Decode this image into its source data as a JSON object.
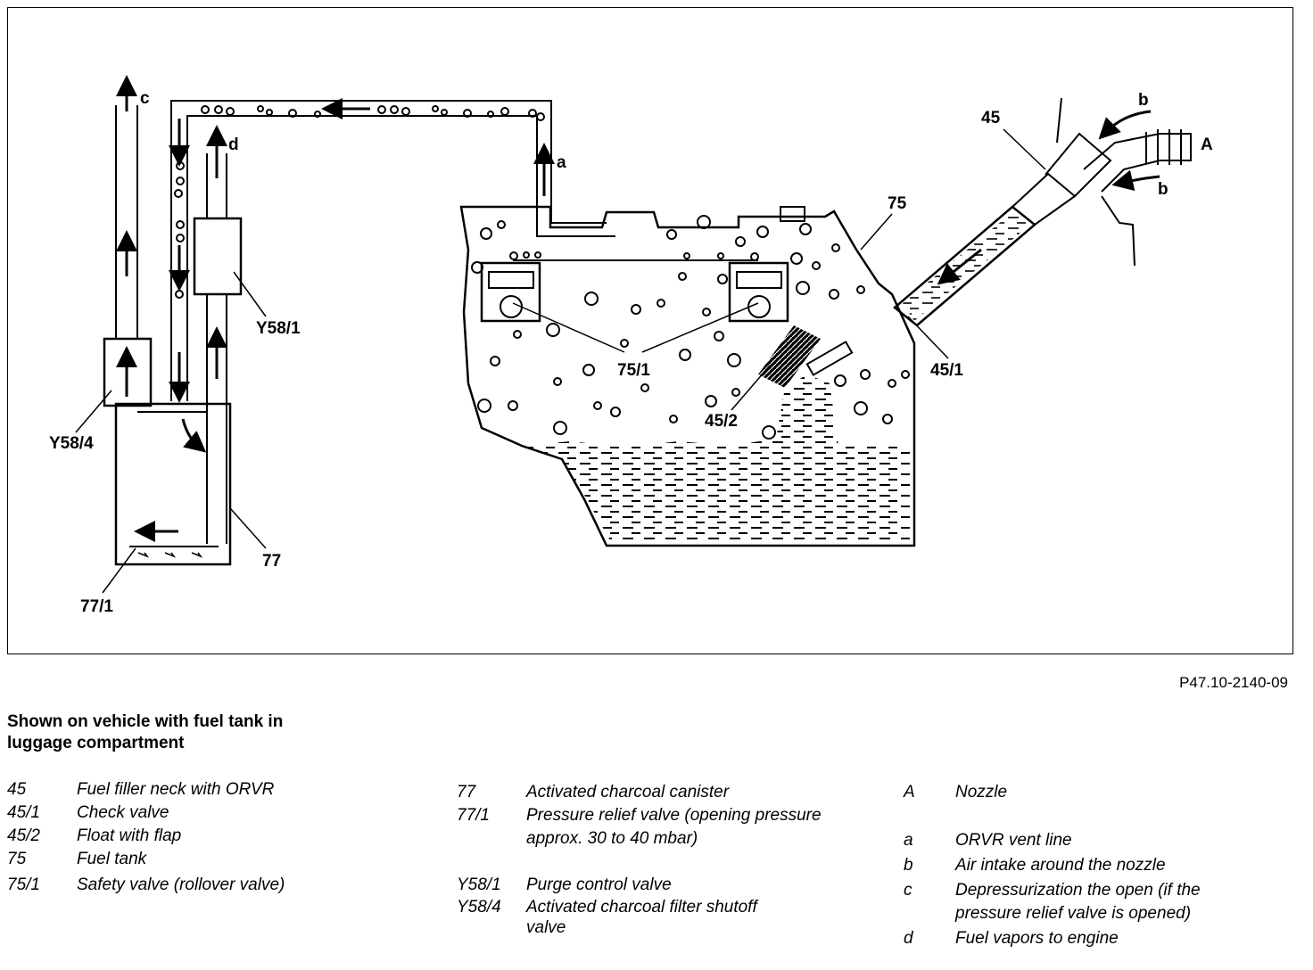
{
  "figure_code": "P47.10-2140-09",
  "caption": "Shown on vehicle with fuel tank in luggage compartment",
  "labels": {
    "c": "c",
    "d": "d",
    "a": "a",
    "b1": "b",
    "b2": "b",
    "A": "A",
    "n45": "45",
    "n75": "75",
    "n751": "75/1",
    "n451": "45/1",
    "n452": "45/2",
    "y581": "Y58/1",
    "y584": "Y58/4",
    "n77": "77",
    "n771": "77/1"
  },
  "legend_col1": [
    {
      "key": "45",
      "desc": "Fuel filler neck with ORVR"
    },
    {
      "key": "45/1",
      "desc": "Check valve"
    },
    {
      "key": "45/2",
      "desc": "Float with flap"
    },
    {
      "key": "75",
      "desc": "Fuel tank"
    },
    {
      "key": "75/1",
      "desc": "Safety valve (rollover valve)"
    }
  ],
  "legend_col2": [
    {
      "key": "77",
      "desc": "Activated charcoal canister"
    },
    {
      "key": "77/1",
      "desc": "Pressure relief valve (opening pressure approx. 30 to 40 mbar)"
    },
    {
      "key": "Y58/1",
      "desc": "Purge control valve"
    },
    {
      "key": "Y58/4",
      "desc": "Activated charcoal filter shutoff valve"
    }
  ],
  "legend_col3": [
    {
      "key": "A",
      "desc": "Nozzle"
    },
    {
      "key": "a",
      "desc": "ORVR vent line"
    },
    {
      "key": "b",
      "desc": "Air intake around the nozzle"
    },
    {
      "key": "c",
      "desc": "Depressurization the open (if the pressure relief valve is opened)"
    },
    {
      "key": "d",
      "desc": "Fuel vapors to engine"
    }
  ]
}
